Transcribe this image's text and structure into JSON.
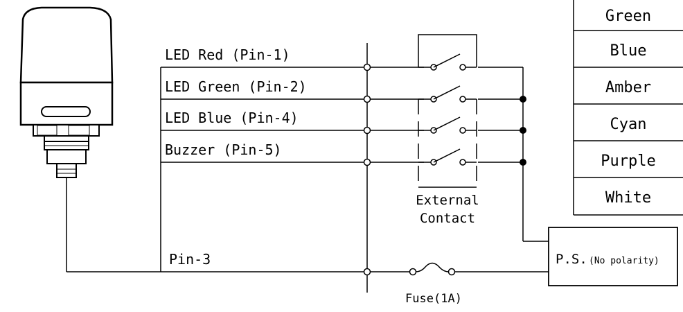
{
  "wires": {
    "led_red": "LED Red (Pin-1)",
    "led_green": "LED Green (Pin-2)",
    "led_blue": "LED Blue (Pin-4)",
    "buzzer": "Buzzer (Pin-5)",
    "pin3": "Pin-3"
  },
  "external_contact": {
    "line1": "External",
    "line2": "Contact"
  },
  "power_supply": {
    "main": "P.S.",
    "note": "(No polarity)"
  },
  "fuse": "Fuse(1A)",
  "color_table": [
    "Green",
    "Blue",
    "Amber",
    "Cyan",
    "Purple",
    "White"
  ]
}
